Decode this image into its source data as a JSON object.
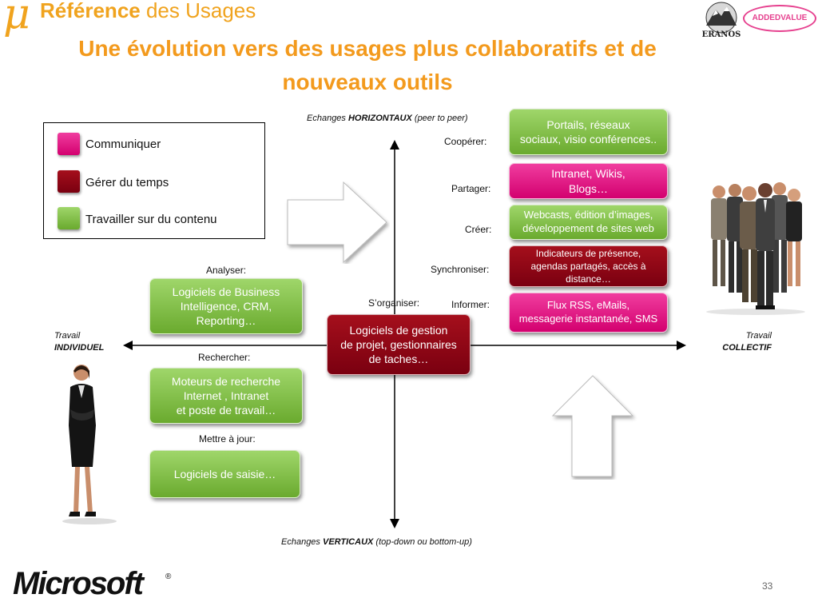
{
  "header": {
    "mu": "μ",
    "ref_bold": "Référence",
    "ref_rest": " des Usages",
    "title_line1": "Une évolution vers des usages plus collaboratifs et de",
    "title_line2": "nouveaux outils"
  },
  "logos": {
    "eranos": "ERANOS",
    "added_value": "ADDEDVALUE",
    "microsoft": "Microsoft",
    "registered": "®"
  },
  "legend": {
    "items": [
      {
        "label": "Communiquer",
        "color": "#e0197e"
      },
      {
        "label": "Gérer du temps",
        "color": "#9e0b19"
      },
      {
        "label": "Travailler sur du contenu",
        "color": "#7cbf40"
      }
    ]
  },
  "axes": {
    "top_prefix": "Echanges ",
    "top_bold": "HORIZONTAUX",
    "top_suffix": " (peer to peer)",
    "bottom_prefix": "Echanges  ",
    "bottom_bold": "VERTICAUX",
    "bottom_suffix": " (top-down ou bottom-up)",
    "left_line1": "Travail",
    "left_line2": "INDIVIDUEL",
    "right_line1": "Travail",
    "right_line2": "COLLECTIF"
  },
  "labels": {
    "cooperer": "Coopérer:",
    "partager": "Partager:",
    "creer": "Créer:",
    "synchroniser": "Synchroniser:",
    "informer": "Informer:",
    "sorganiser": "S’organiser:",
    "analyser": "Analyser:",
    "rechercher": "Rechercher:",
    "mettre_a_jour": "Mettre à jour:"
  },
  "boxes": {
    "portails": [
      "Portails, réseaux",
      "sociaux, visio conférences.."
    ],
    "intranet": [
      "Intranet, Wikis,",
      "Blogs…"
    ],
    "webcasts": [
      "Webcasts, édition  d’images,",
      "développement de sites web"
    ],
    "indicateurs": [
      "Indicateurs de présence,",
      "agendas partagés, accès à",
      "distance…"
    ],
    "flux": [
      "Flux RSS, eMails,",
      "messagerie instantanée, SMS"
    ],
    "gestion": [
      "Logiciels de gestion",
      "de projet, gestionnaires",
      "de taches…"
    ],
    "bi": [
      "Logiciels de Business",
      "Intelligence,  CRM,",
      "Reporting…"
    ],
    "moteurs": [
      "Moteurs de recherche",
      "Internet , Intranet",
      "et poste de travail…"
    ],
    "saisie": [
      "Logiciels de saisie…"
    ]
  },
  "page_number": "33"
}
